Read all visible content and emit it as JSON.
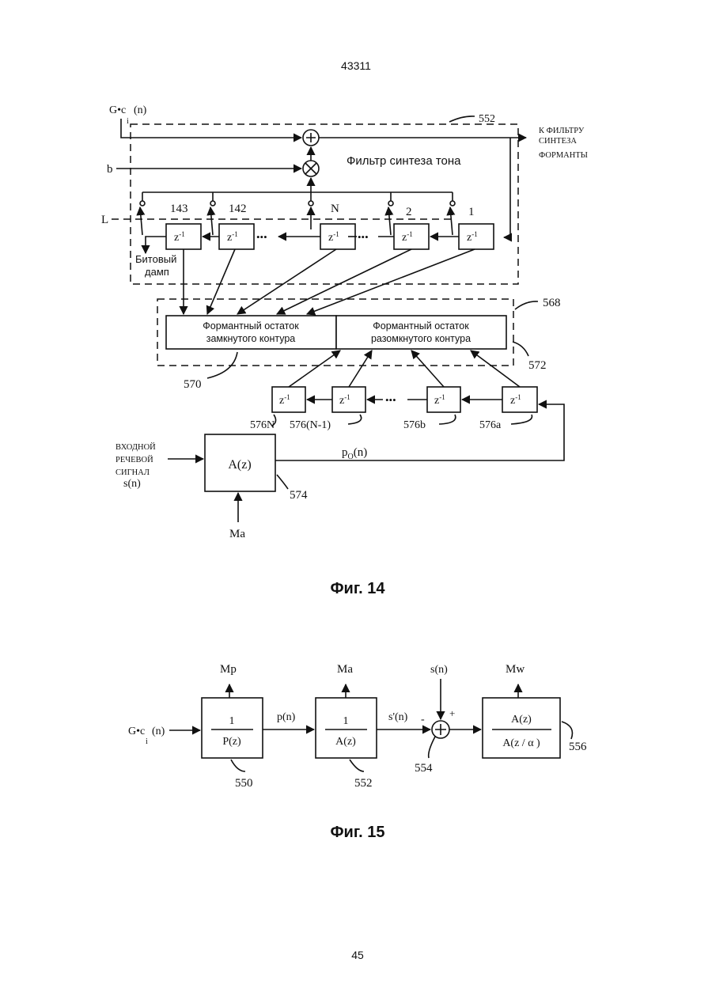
{
  "header": {
    "doc_number": "43311"
  },
  "footer": {
    "page_number": "45"
  },
  "fig14": {
    "caption": "Фиг. 14",
    "input_gc": "G•c",
    "input_gc_sub": "i",
    "input_gc_arg": "(n)",
    "input_b": "b",
    "input_L": "L",
    "ref_552": "552",
    "output_label": [
      "К ФИЛЬТРУ",
      "СИНТЕЗА",
      "ФОРМАНТЫ"
    ],
    "filter_title": "Фильтр синтеза тона",
    "tap_labels": [
      "143",
      "142",
      "N",
      "2",
      "1"
    ],
    "delay": "z",
    "delay_exp": "-1",
    "ellipsis": "•••",
    "bit_dump": [
      "Битовый",
      "дамп"
    ],
    "ref_568": "568",
    "ref_570": "570",
    "ref_572": "572",
    "closed_loop": [
      "Формантный остаток",
      "замкнутого контура"
    ],
    "open_loop": [
      "Формантный остаток",
      "разомкнутого контура"
    ],
    "delay_refs": [
      "576N",
      "576(N-1)",
      "576b",
      "576a"
    ],
    "input_speech": [
      "ВХОДНОЙ",
      "РЕЧЕВОЙ",
      "СИГНАЛ",
      "s(n)"
    ],
    "az_block": "A(z)",
    "p0_label": "p",
    "p0_sub": "O",
    "p0_arg": "(n)",
    "ref_574": "574",
    "ma_label": "Ma"
  },
  "fig15": {
    "caption": "Фиг. 15",
    "input_gc": "G•c",
    "input_gc_sub": "i",
    "input_gc_arg": "(n)",
    "block1_num": "1",
    "block1_den": "P(z)",
    "block1_ctrl": "Mp",
    "block1_ref": "550",
    "signal_p": "p(n)",
    "block2_num": "1",
    "block2_den": "A(z)",
    "block2_ctrl": "Ma",
    "block2_ref": "552",
    "signal_s_prime": "s'(n)",
    "minus_sign": "-",
    "plus_sign": "+",
    "signal_s": "s(n)",
    "summer_ref": "554",
    "block3_num": "A(z)",
    "block3_den": "A(z / α )",
    "block3_ctrl": "Mw",
    "block3_ref": "556"
  }
}
